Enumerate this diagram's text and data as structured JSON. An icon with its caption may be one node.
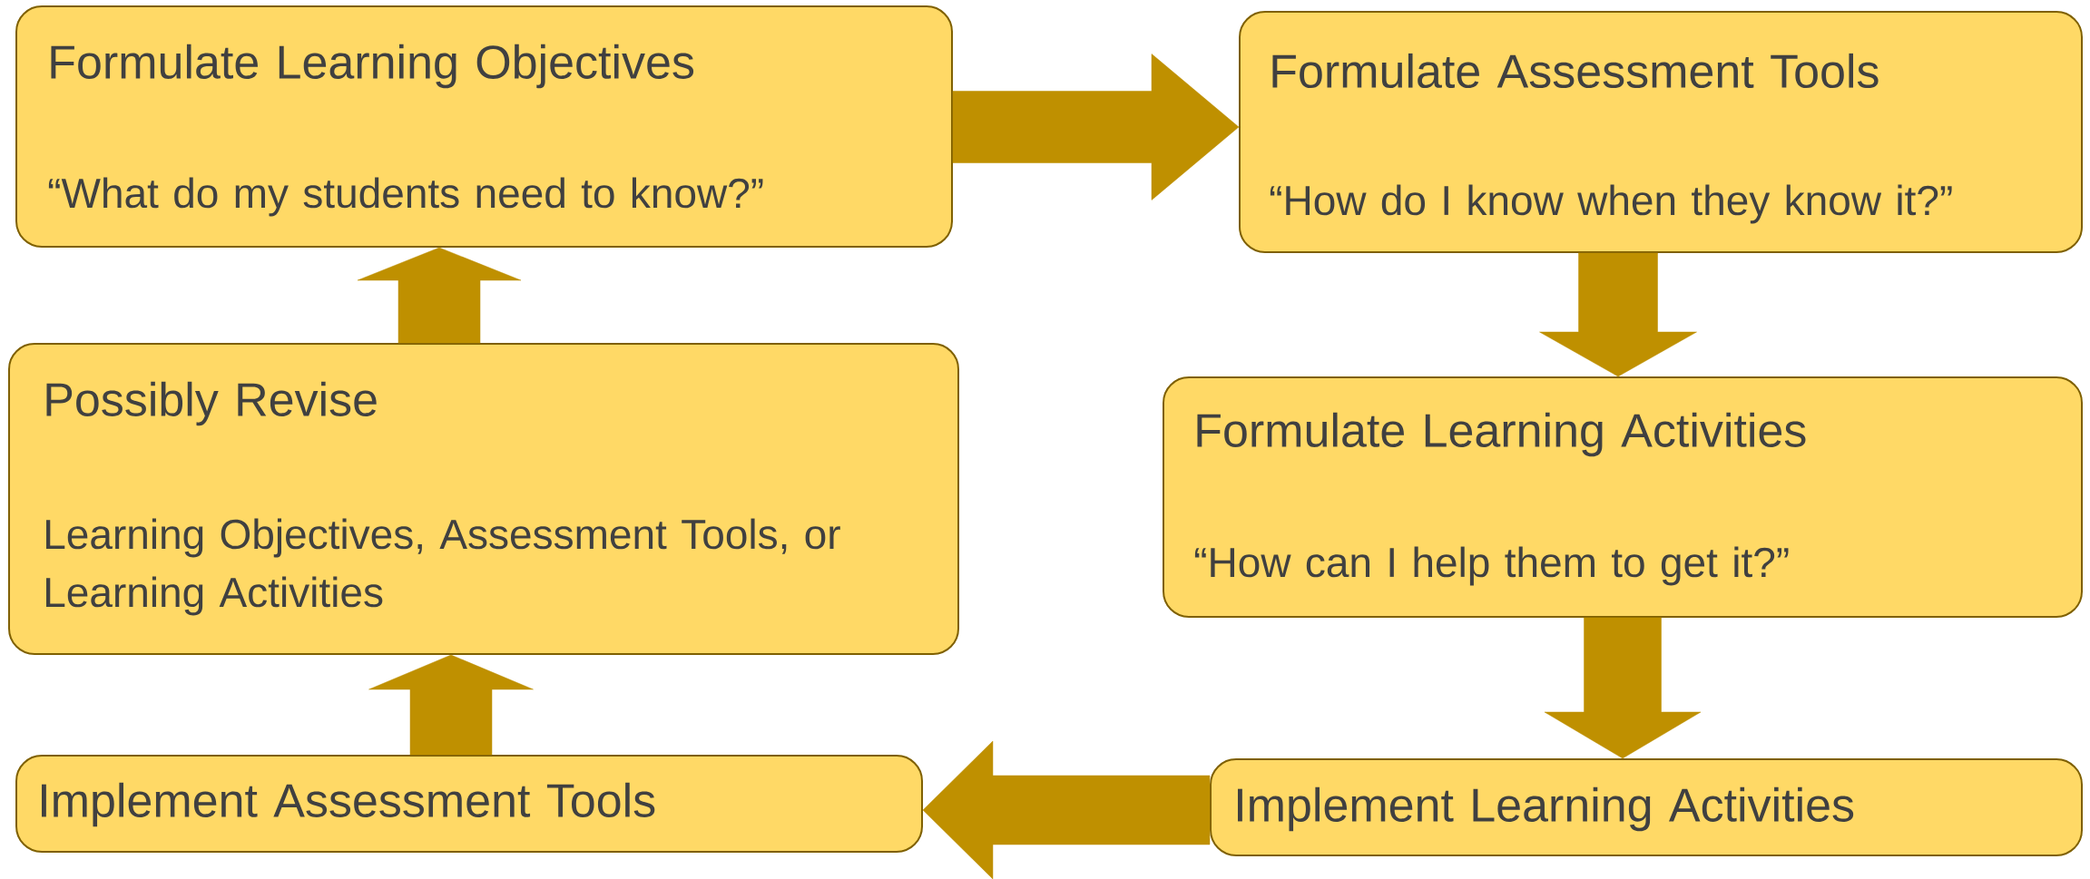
{
  "diagram": {
    "nodes": [
      {
        "text": [
          "Formulate Learning Objectives",
          "“What do my students need to know?”"
        ]
      },
      {
        "text": [
          "Formulate Assessment Tools",
          "“How do I know when they know it?”"
        ]
      },
      {
        "text": [
          "Formulate Learning Activities",
          "“How can I help them to get it?”"
        ]
      },
      {
        "text": [
          "Implement Learning Activities"
        ]
      },
      {
        "text": [
          "Implement Assessment Tools"
        ]
      },
      {
        "text": [
          "Possibly Revise",
          "Learning Objectives, Assessment Tools, or Learning Activities"
        ]
      }
    ],
    "edges": [
      {
        "from": 0,
        "to": 1,
        "arrow": "to"
      },
      {
        "from": 1,
        "to": 2,
        "arrow": "to"
      },
      {
        "from": 2,
        "to": 3,
        "arrow": "to"
      },
      {
        "from": 3,
        "to": 4,
        "arrow": "to"
      },
      {
        "from": 4,
        "to": 5,
        "arrow": "to"
      },
      {
        "from": 5,
        "to": 0,
        "arrow": "to"
      }
    ]
  }
}
